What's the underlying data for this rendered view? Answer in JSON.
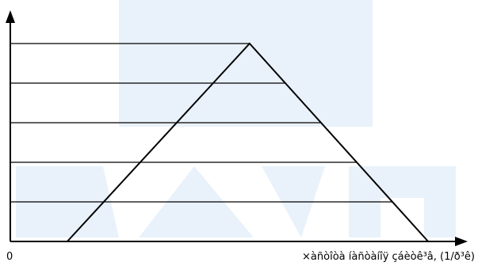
{
  "chart_data": {
    "type": "line",
    "title": "",
    "xlabel": "×àñòîòà íàñòàíîÿ çáèòê³â, (1/ð³ê)",
    "ylabel": "",
    "origin_label": "0",
    "grid": false,
    "x_range": [
      0,
      12
    ],
    "y_range": [
      0,
      6
    ],
    "series": [
      {
        "points": [
          [
            1.5,
            0
          ],
          [
            6.3,
            5
          ],
          [
            11.0,
            0
          ]
        ]
      }
    ],
    "horizontal_levels": [
      1,
      2,
      3,
      4,
      5
    ],
    "colors": {
      "axis": "#000000",
      "line": "#000000",
      "watermark": "#dbe9f6"
    }
  }
}
